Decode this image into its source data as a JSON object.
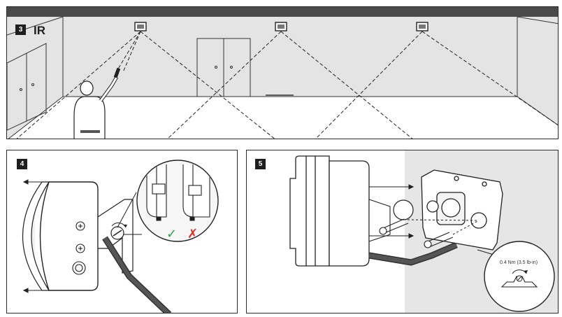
{
  "panels": {
    "p3": {
      "step": "3",
      "mode": "IR"
    },
    "p4": {
      "step": "4",
      "ok_mark": "✓",
      "bad_mark": "✗"
    },
    "p5": {
      "step": "5",
      "torque": "0.4 Nm (3.5 lb-in)"
    }
  },
  "colors": {
    "frame": "#2b2b2b",
    "ceiling": "#4a4a4a",
    "wall": "#e4e4e4",
    "ok": "#2aa24a",
    "bad": "#d9302c",
    "shade": "#e6e6e6"
  },
  "icons": {
    "detector": "motion-detector-icon",
    "remote": "ir-remote-icon",
    "person": "person-with-remote-icon",
    "screw": "screw-icon"
  }
}
